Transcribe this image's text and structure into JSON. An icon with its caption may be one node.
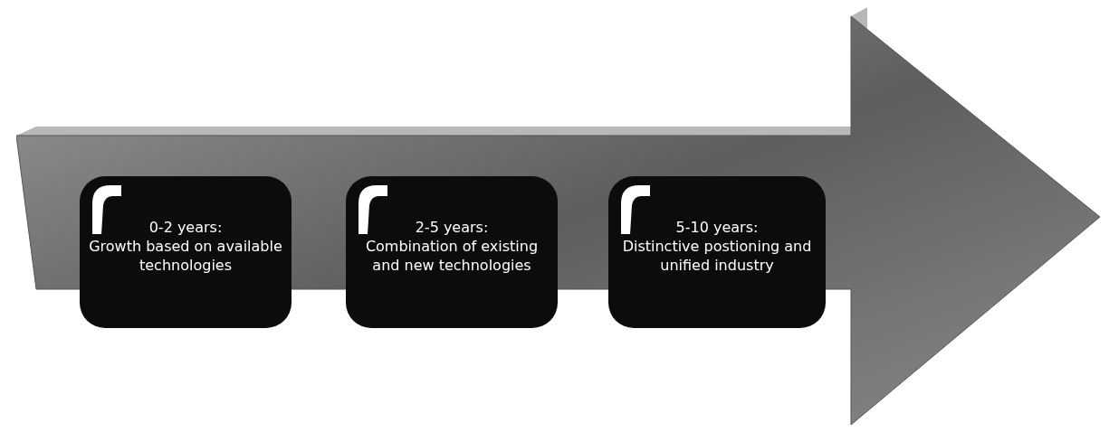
{
  "diagram": {
    "nodes": [
      {
        "text": [],
        "shape": "arrow"
      },
      {
        "text": [
          "0-2 years:",
          "Growth based on available technologies"
        ],
        "in": 0
      },
      {
        "text": [
          "2-5 years:",
          "Combination of existing and new technologies"
        ],
        "in": 0
      },
      {
        "text": [
          "5-10 years:",
          "Distinctive postioning and unified industry"
        ],
        "in": 0
      }
    ]
  }
}
